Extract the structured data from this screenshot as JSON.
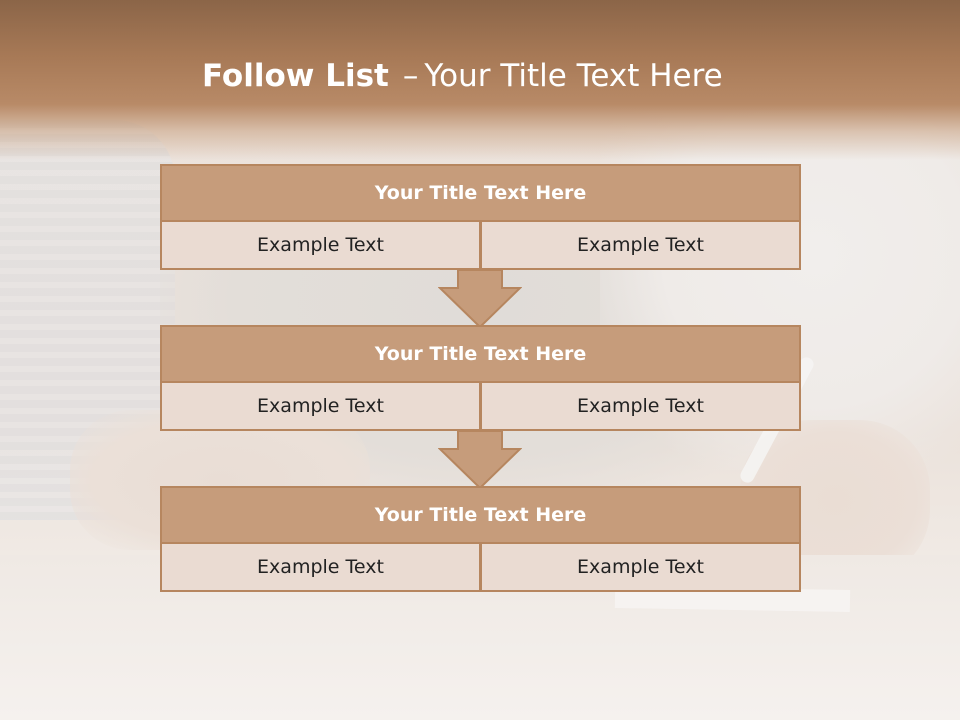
{
  "slide": {
    "title_bold": "Follow List",
    "title_dash": "–",
    "title_rest": "Your Title Text Here"
  },
  "steps": [
    {
      "title": "Your Title Text Here",
      "left": "Example Text",
      "right": "Example Text"
    },
    {
      "title": "Your Title Text Here",
      "left": "Example Text",
      "right": "Example Text"
    },
    {
      "title": "Your Title Text Here",
      "left": "Example Text",
      "right": "Example Text"
    }
  ],
  "colors": {
    "header_brown": "#a77956",
    "box_title_fill": "#c69c7b",
    "box_border": "#b6865f",
    "cell_fill": "#eadbd2",
    "arrow_fill": "#c69c7b"
  }
}
